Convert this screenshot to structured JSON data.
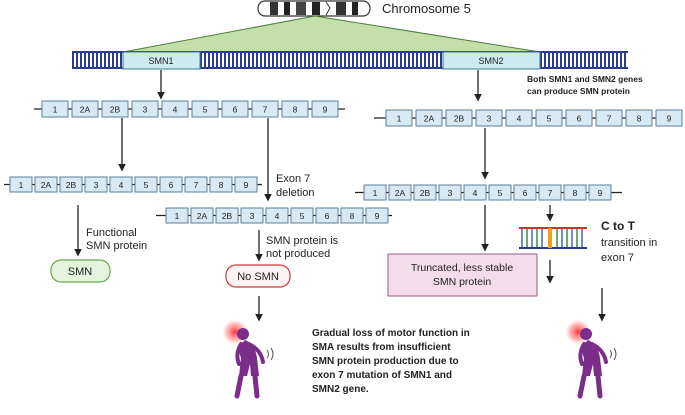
{
  "chromosome": {
    "label": "Chromosome 5"
  },
  "genes": {
    "smn1": "SMN1",
    "smn2": "SMN2"
  },
  "exons": [
    "1",
    "2A",
    "2B",
    "3",
    "4",
    "5",
    "6",
    "7",
    "8",
    "9"
  ],
  "exons_deleted": [
    "1",
    "2A",
    "2B",
    "3",
    "4",
    "5",
    "6",
    "8",
    "9"
  ],
  "notes": {
    "both_line1": "Both SMN1 and SMN2 genes",
    "both_line2": "can produce SMN protein",
    "exon7_line1": "Exon 7",
    "exon7_line2": "deletion",
    "functional_line1": "Functional",
    "functional_line2": "SMN protein",
    "notproduced_line1": "SMN protein is",
    "notproduced_line2": "not produced",
    "ctot_title": "C to T",
    "ctot_line1": "transition in",
    "ctot_line2": "exon 7",
    "loss_line1": "Gradual loss of motor function in",
    "loss_line2": "SMA results from insufficient",
    "loss_line3": "SMN protein production due to",
    "loss_line4": "exon 7 mutation of SMN1 and",
    "loss_line5": "SMN2 gene."
  },
  "boxes": {
    "smn": "SMN",
    "no_smn": "No SMN",
    "truncated_line1": "Truncated, less stable",
    "truncated_line2": "SMN protein"
  },
  "colors": {
    "exon_fill": "#d6e9f5",
    "exon_stroke": "#5b7f99",
    "dna": "#2a3b8f",
    "smn_box": "#e3f3dc",
    "smn_border": "#6aa84f",
    "nosmn_border": "#cc3a3a",
    "truncated_fill": "#f4dcea",
    "truncated_border": "#a15a88",
    "figure": "#7b2d8a"
  }
}
